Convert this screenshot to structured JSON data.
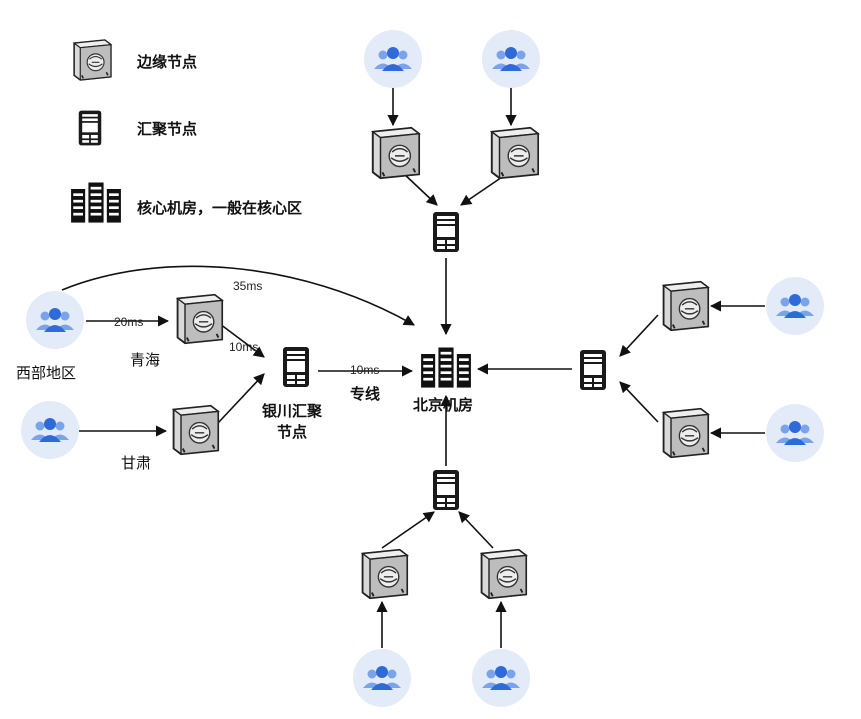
{
  "legend": {
    "edge_node": "边缘节点",
    "aggregation_node": "汇聚节点",
    "core_room": "核心机房，一般在核心区"
  },
  "nodes": {
    "west_region": "西部地区",
    "qinghai": "青海",
    "gansu": "甘肃",
    "yinchuan_line1": "银川汇聚",
    "yinchuan_line2": "节点",
    "beijing": "北京机房"
  },
  "links": {
    "west_to_qinghai": "20ms",
    "west_to_beijing": "35ms",
    "qinghai_to_yinchuan": "10ms",
    "yinchuan_to_beijing": "10ms",
    "dedicated_line": "专线"
  },
  "colors": {
    "user_circle": "#e3ebf8",
    "user_icon": "#2f6bd8",
    "device_dark": "#1a1a1a"
  }
}
